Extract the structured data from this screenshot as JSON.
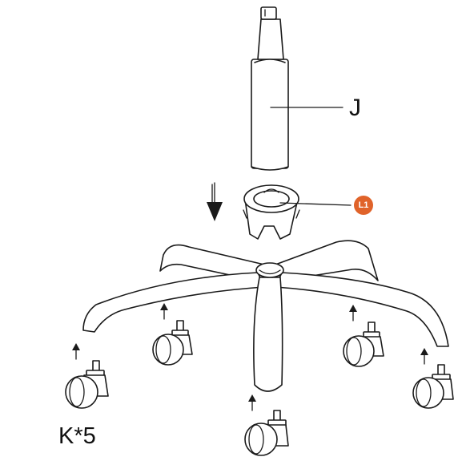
{
  "labels": {
    "gas_lift": "J",
    "bushing": "L1",
    "casters": "K*5"
  },
  "colors": {
    "badge": "#e0632a",
    "line": "#1a1a1a"
  }
}
